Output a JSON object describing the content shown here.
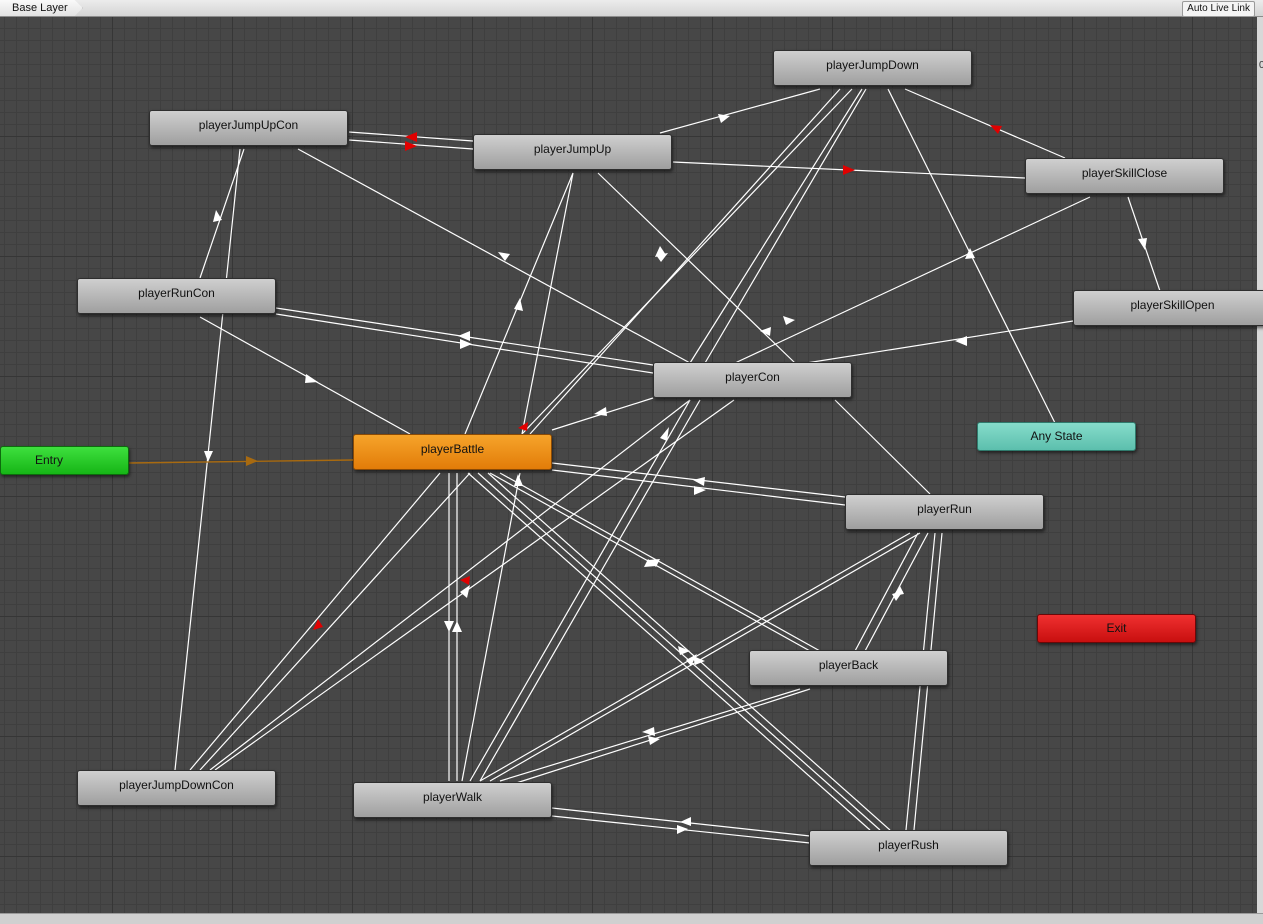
{
  "toolbar": {
    "layer_label": "Base Layer",
    "live_link_label": "Auto Live Link"
  },
  "colors": {
    "canvas_bg": "#474747",
    "transition": "#ffffff",
    "active_arrow": "#e00000",
    "entry_link": "#a86a10",
    "default_state": "#f0960f",
    "entry": "#22c022",
    "any_state": "#6ccdba",
    "exit": "#dc1a1a"
  },
  "states": {
    "playerJumpDown": "playerJumpDown",
    "playerJumpUpCon": "playerJumpUpCon",
    "playerJumpUp": "playerJumpUp",
    "playerSkillClose": "playerSkillClose",
    "playerRunCon": "playerRunCon",
    "playerSkillOpen": "playerSkillOpen",
    "playerCon": "playerCon",
    "playerBattle": "playerBattle",
    "playerRun": "playerRun",
    "playerBack": "playerBack",
    "playerJumpDownCon": "playerJumpDownCon",
    "playerWalk": "playerWalk",
    "playerRush": "playerRush"
  },
  "special": {
    "entry": "Entry",
    "any_state": "Any State",
    "exit": "Exit"
  },
  "default_state": "playerBattle"
}
